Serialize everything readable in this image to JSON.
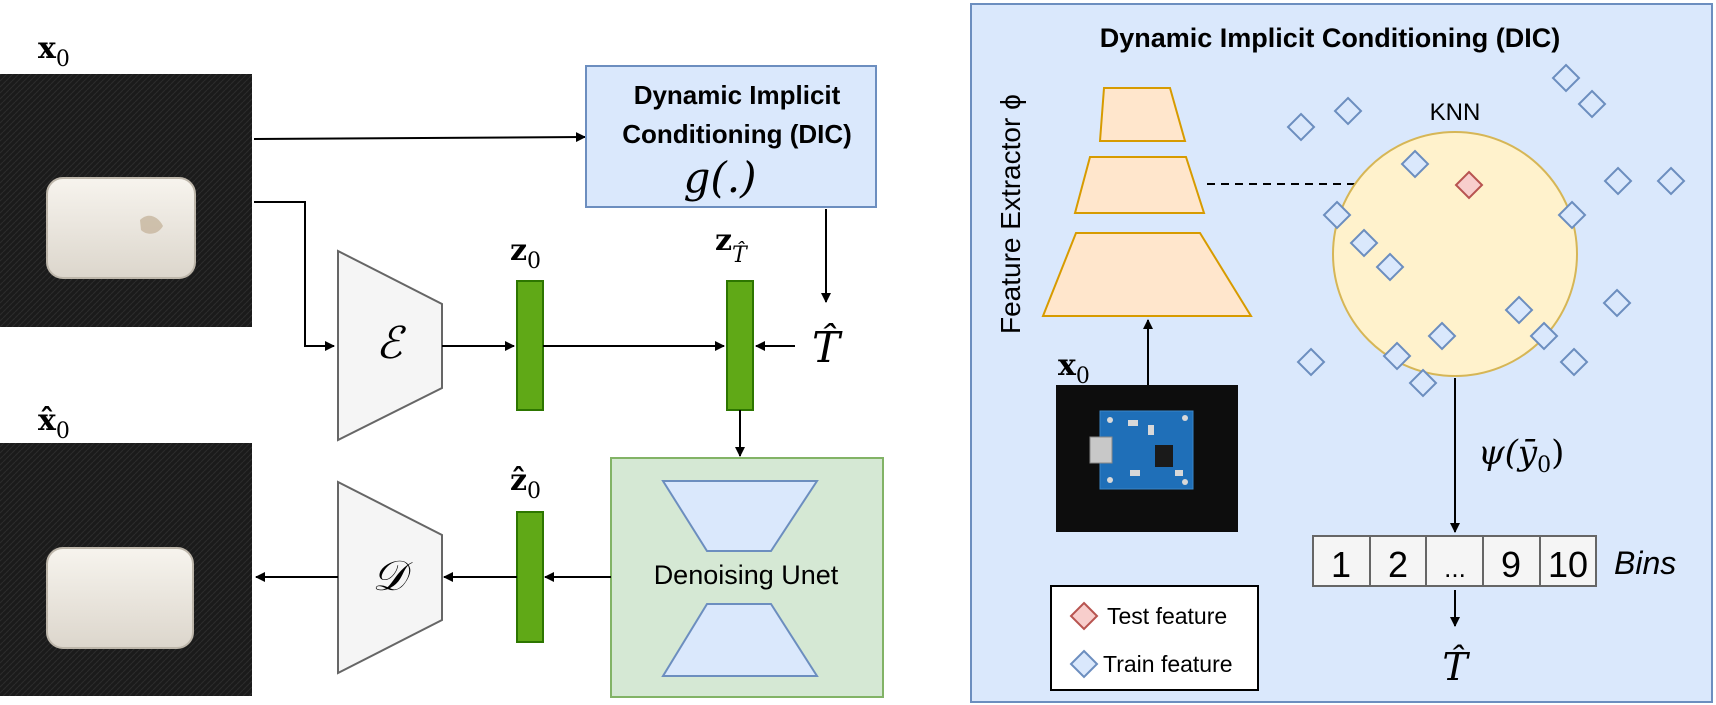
{
  "left": {
    "x0_label": "x",
    "x0_sub": "0",
    "xhat0_label": "x̂",
    "xhat0_sub": "0",
    "dic_box_line1": "Dynamic Implicit",
    "dic_box_line2": "Conditioning (DIC)",
    "dic_box_func": "g(.)",
    "encoder_symbol": "ℰ",
    "decoder_symbol": "𝒟",
    "z0_label": "z",
    "z0_sub": "0",
    "zT_label": "z",
    "zT_sub": "T̂",
    "zhat0_label": "ẑ",
    "zhat0_sub": "0",
    "That_symbol": "T̂",
    "unet_label": "Denoising Unet"
  },
  "right": {
    "title": "Dynamic Implicit Conditioning (DIC)",
    "feature_extractor": "Feature Extractor ϕ",
    "knn": "KNN",
    "x0_label": "x",
    "x0_sub": "0",
    "psi": "ψ(ȳ",
    "psi_sub": "0",
    "psi_close": ")",
    "bins": [
      "1",
      "2",
      "...",
      "9",
      "10"
    ],
    "bins_label": "Bins",
    "That_symbol": "T̂",
    "legend_test": "Test feature",
    "legend_train": "Train feature"
  },
  "colors": {
    "panel_bg": "#dae8fc",
    "panel_border": "#6c8ebf",
    "trap_fill": "#ffe6cc",
    "trap_stroke": "#d79b00",
    "circle_fill": "#fff2cc",
    "circle_stroke": "#d6b656",
    "train_diamond": "#6c8ebf",
    "test_diamond_fill": "#f8cecc",
    "test_diamond_stroke": "#b85450",
    "latent_green": "#60a917",
    "unet_fill": "#d5e8d4",
    "unet_stroke": "#82b366"
  }
}
